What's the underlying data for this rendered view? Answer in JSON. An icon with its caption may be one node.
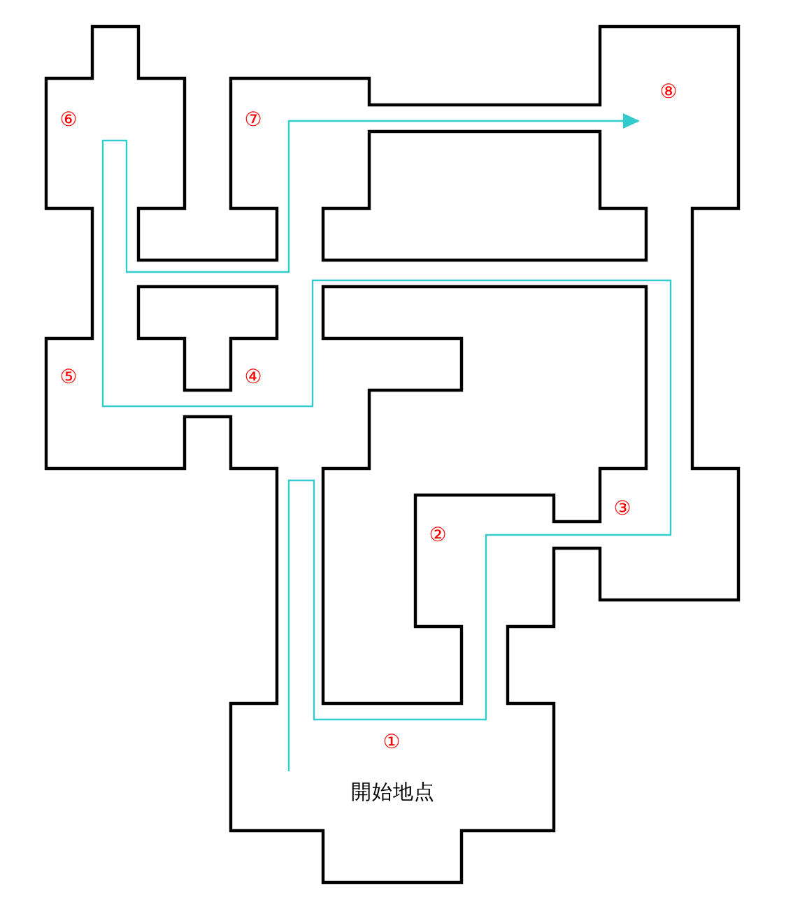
{
  "diagram": {
    "labels": [
      "⑥",
      "⑦",
      "⑧",
      "⑤",
      "④",
      "③",
      "②",
      "①",
      "開始地点"
    ]
  }
}
